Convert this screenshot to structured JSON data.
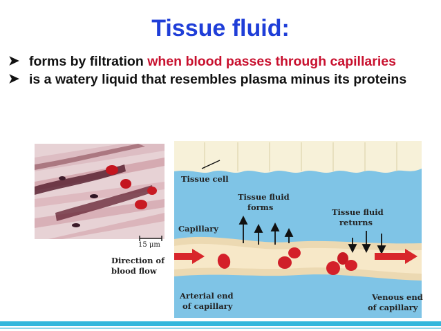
{
  "title": "Tissue fluid:",
  "bullets": [
    {
      "main": "forms by filtration ",
      "highlight": "when blood passes through capillaries"
    },
    {
      "main": "is a watery liquid that resembles plasma minus its proteins",
      "highlight": ""
    }
  ],
  "photo": {
    "scale_label": "15 μm"
  },
  "diagram": {
    "labels": {
      "tissue_cell": "Tissue cell",
      "capillary": "Capillary",
      "fluid_forms_1": "Tissue fluid",
      "fluid_forms_2": "forms",
      "fluid_returns_1": "Tissue fluid",
      "fluid_returns_2": "returns",
      "direction_1": "Direction of",
      "direction_2": "blood flow",
      "arterial_1": "Arterial end",
      "arterial_2": "of capillary",
      "venous_1": "Venous end",
      "venous_2": "of capillary"
    }
  },
  "colors": {
    "title": "#1f3ed8",
    "highlight": "#c8102e",
    "tissue_fluid": "#7fc4e6",
    "capillary_wall": "#e9d6ae",
    "red_cell": "#d4202a",
    "flow_arrow": "#d8262b",
    "accent_stripe": "#33b7dc"
  },
  "icons": {
    "bullet": "arrowhead-bullet-icon"
  }
}
